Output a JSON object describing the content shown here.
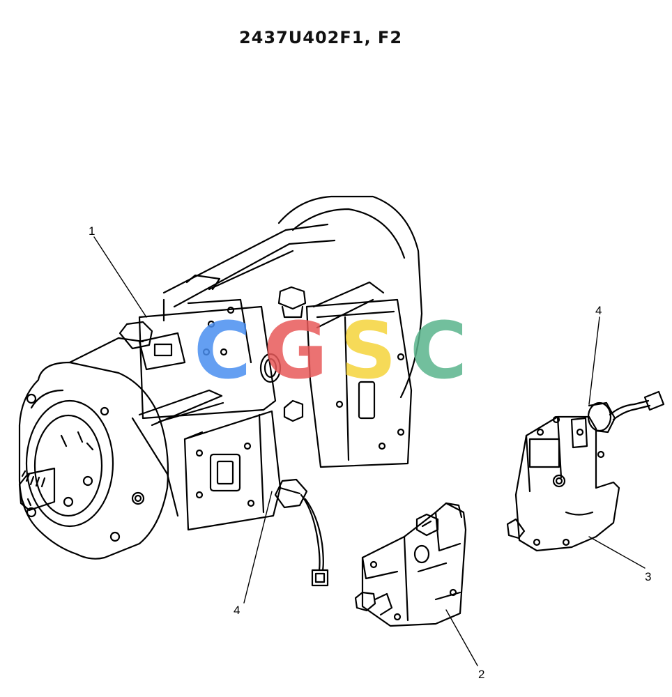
{
  "title": "2437U402F1, F2",
  "callouts": {
    "c1": "1",
    "c2": "2",
    "c3": "3",
    "c4a": "4",
    "c4b": "4"
  },
  "watermark": {
    "text": "CGSC",
    "colors": [
      "#4a8ff0",
      "#e85a5a",
      "#f5d43c",
      "#5ab48c"
    ]
  }
}
